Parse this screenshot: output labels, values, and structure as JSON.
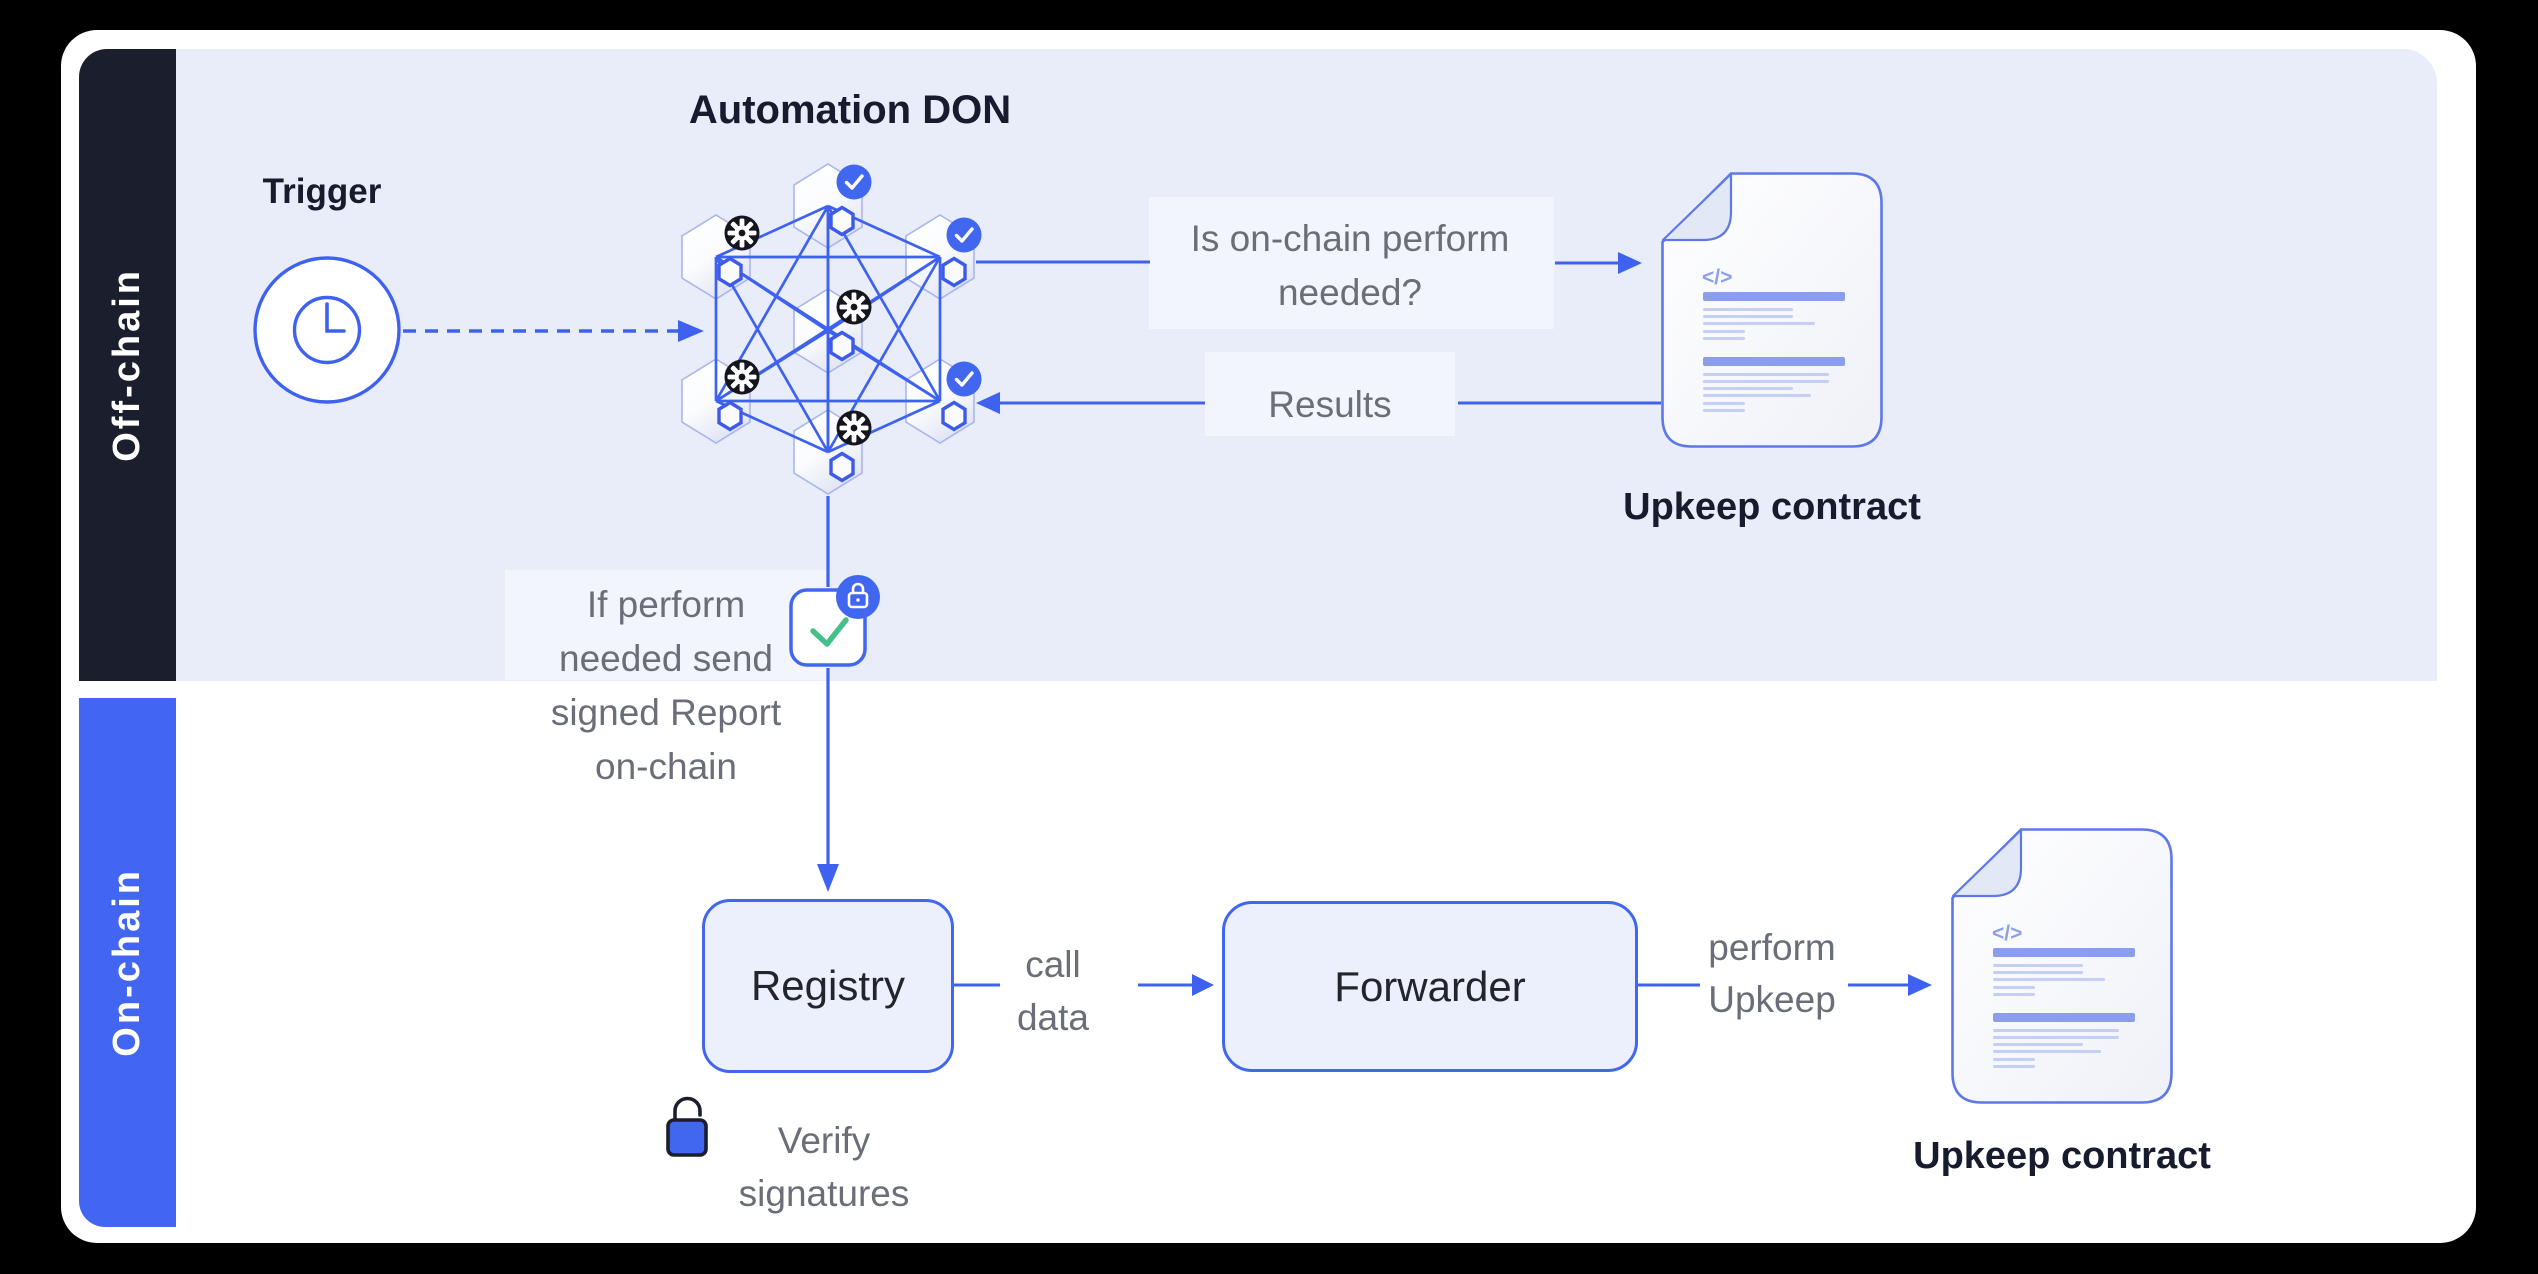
{
  "colors": {
    "accent_blue": "#4166F0",
    "line_blue": "#3E62EF",
    "dark_band": "#1B1E2D",
    "onchain_band_blue": "#4266F1",
    "lavender_panel": "#E9EDFA",
    "box_fill": "#ECEFFC",
    "title_navy": "#161B2E",
    "gray_text": "#6A6E78",
    "check_green": "#45C08A",
    "badge_black": "#15151E",
    "doc_bar_periwinkle": "#8B9EE9"
  },
  "sections": {
    "offchain_label": "Off-chain",
    "onchain_label": "On-chain"
  },
  "trigger": {
    "label": "Trigger",
    "icon": "clock-icon"
  },
  "don": {
    "title": "Automation DON",
    "node_icon": "chainlink-hexagon-icon",
    "nodes": [
      {
        "position": "top",
        "badge": "check-badge"
      },
      {
        "position": "upper-left",
        "badge": "gear-badge"
      },
      {
        "position": "upper-right",
        "badge": "check-badge"
      },
      {
        "position": "center",
        "badge": "gear-badge"
      },
      {
        "position": "lower-left",
        "badge": "gear-badge"
      },
      {
        "position": "lower-right",
        "badge": "check-badge"
      },
      {
        "position": "bottom",
        "badge": "gear-badge"
      }
    ]
  },
  "annotations": {
    "is_onchain_question": "Is on-chain perform\nneeded?",
    "results": "Results",
    "if_perform_note": "If perform\nneeded send\nsigned Report\non-chain",
    "call_data": "call\ndata",
    "perform_upkeep": "perform\nUpkeep",
    "verify_signatures": "Verify\nsignatures"
  },
  "report_badge": {
    "icons": [
      "lock-badge-icon",
      "checkmark-icon"
    ]
  },
  "boxes": {
    "registry_label": "Registry",
    "forwarder_label": "Forwarder"
  },
  "contracts": {
    "top": {
      "label": "Upkeep contract"
    },
    "bottom": {
      "label": "Upkeep contract"
    },
    "code_glyph": "</>"
  }
}
